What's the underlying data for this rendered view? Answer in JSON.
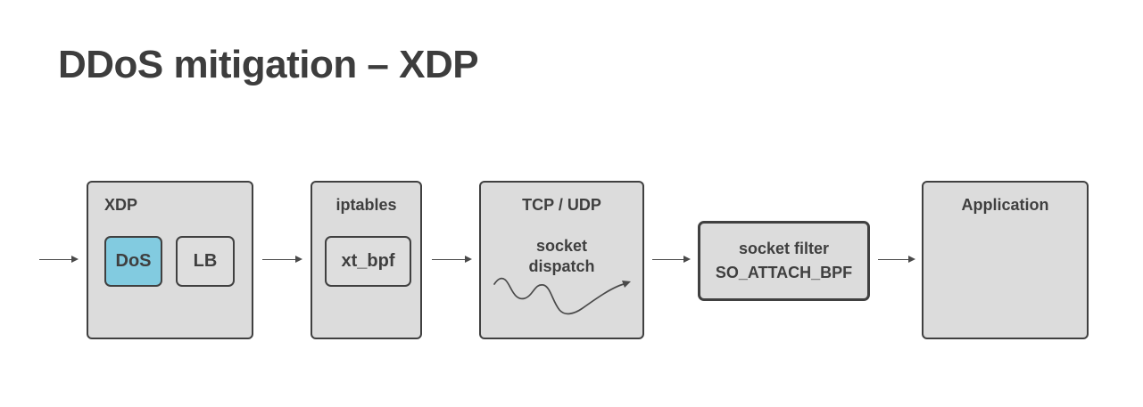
{
  "title": "DDoS mitigation – XDP",
  "colors": {
    "background": "#ffffff",
    "box_fill": "#dcdcdc",
    "inner_fill": "#dedede",
    "highlight_fill": "#82cbe0",
    "stroke": "#404040",
    "arrow_color": "#4a4a4a",
    "text": "#3f3f3f"
  },
  "diagram": {
    "type": "flow",
    "direction": "left-to-right",
    "nodes": [
      {
        "id": "xdp",
        "label": "XDP",
        "children": [
          {
            "id": "dos",
            "label": "DoS",
            "highlighted": true
          },
          {
            "id": "lb",
            "label": "LB",
            "highlighted": false
          }
        ]
      },
      {
        "id": "iptables",
        "label": "iptables",
        "children": [
          {
            "id": "xt_bpf",
            "label": "xt_bpf",
            "highlighted": false
          }
        ]
      },
      {
        "id": "tcp_udp",
        "label": "TCP / UDP",
        "sublabel": "socket dispatch",
        "decoration": "squiggle-arrow"
      },
      {
        "id": "socket_filter",
        "label": "socket filter",
        "sublabel": "SO_ATTACH_BPF"
      },
      {
        "id": "application",
        "label": "Application"
      }
    ],
    "edges": [
      {
        "from": "ingress",
        "to": "xdp"
      },
      {
        "from": "xdp",
        "to": "iptables"
      },
      {
        "from": "iptables",
        "to": "tcp_udp"
      },
      {
        "from": "tcp_udp",
        "to": "socket_filter"
      },
      {
        "from": "socket_filter",
        "to": "application"
      }
    ]
  }
}
